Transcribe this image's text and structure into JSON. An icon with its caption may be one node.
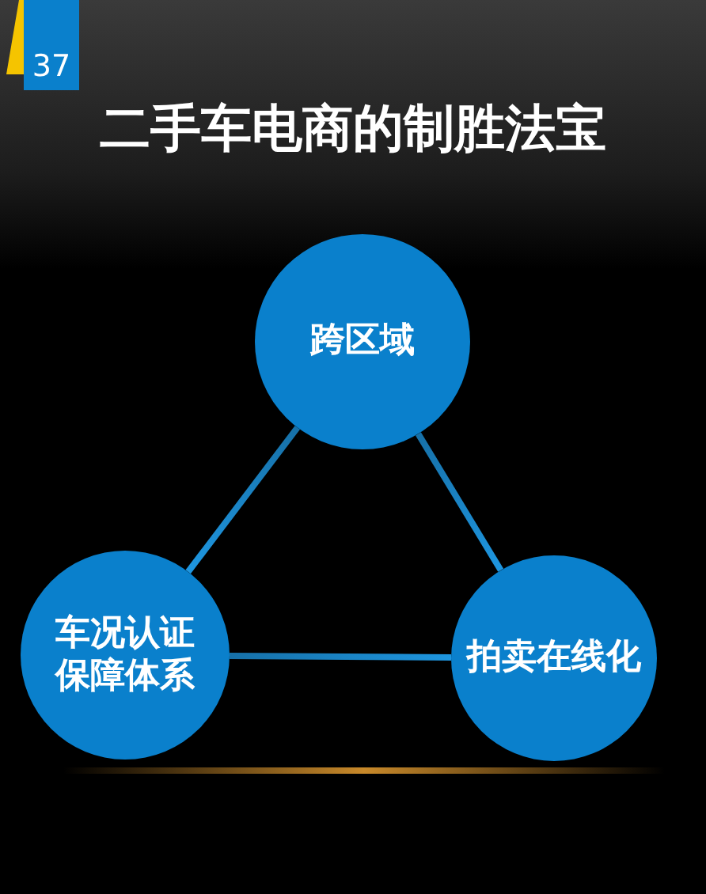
{
  "diagram": {
    "title": "二手车电商的制胜法宝",
    "nodes": [
      {
        "text": [
          "跨区域"
        ]
      },
      {
        "text": [
          "车况认证保障体系"
        ]
      },
      {
        "text": [
          "拍卖在线化"
        ]
      }
    ],
    "edges": [
      {
        "from": 0,
        "to": 1,
        "arrow": "none"
      },
      {
        "from": 0,
        "to": 2,
        "arrow": "none"
      },
      {
        "from": 1,
        "to": 2,
        "arrow": "none"
      }
    ],
    "labels": [
      "37"
    ]
  }
}
